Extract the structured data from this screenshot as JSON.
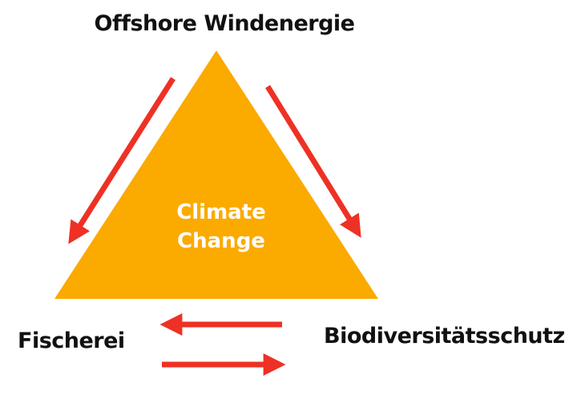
{
  "nodes": {
    "top": "Offshore Windenergie",
    "bottom_left": "Fischerei",
    "bottom_right": "Biodiversitätsschutz"
  },
  "center": {
    "line1": "Climate",
    "line2": "Change"
  },
  "colors": {
    "triangle": "#FBAA00",
    "arrows": "#EE3124",
    "text": "#111111",
    "center_text": "#FFFFFF"
  }
}
